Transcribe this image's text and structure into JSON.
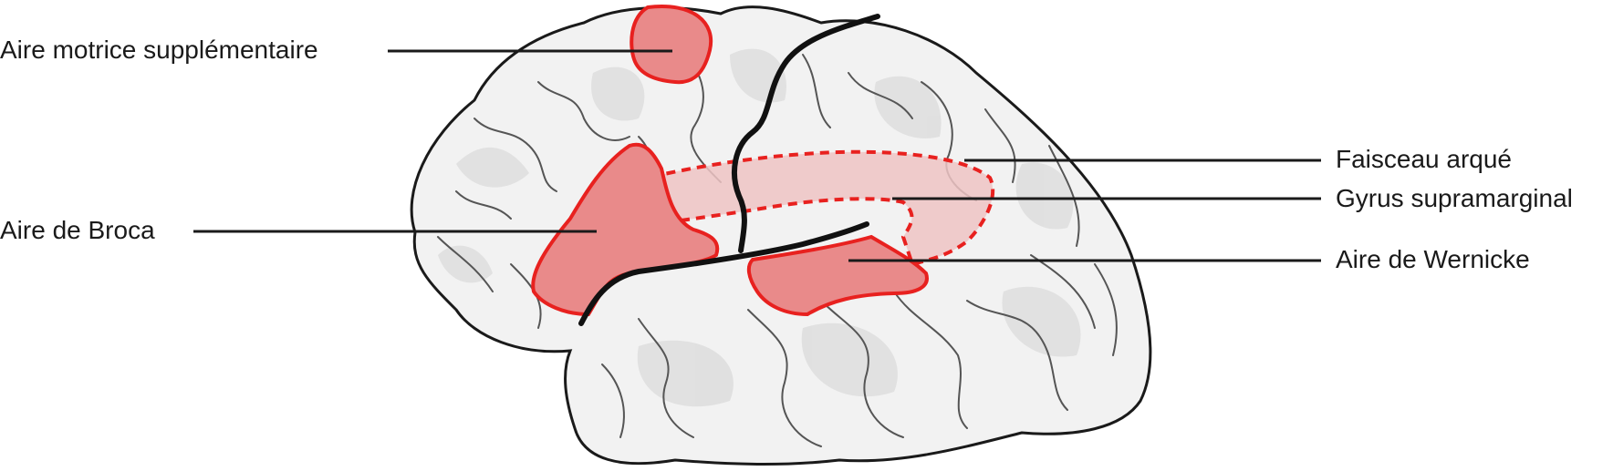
{
  "diagram": {
    "subject": "Brain language areas (lateral view, left hemisphere)",
    "colors": {
      "background": "#ffffff",
      "brain_fill": "#f2f2f2",
      "brain_shadow": "#dcdcdc",
      "outline": "#1a1a1a",
      "sulcus": "#555555",
      "area_fill": "#e98a8a",
      "area_stroke": "#e8211f",
      "arcuate_fill": "#efc4c4",
      "leader_line": "#1a1a1a"
    },
    "labels": {
      "sma": "Aire motrice supplémentaire",
      "broca": "Aire de Broca",
      "arcuate": "Faisceau arqué",
      "supramarginal": "Gyrus supramarginal",
      "wernicke": "Aire de Wernicke"
    }
  }
}
